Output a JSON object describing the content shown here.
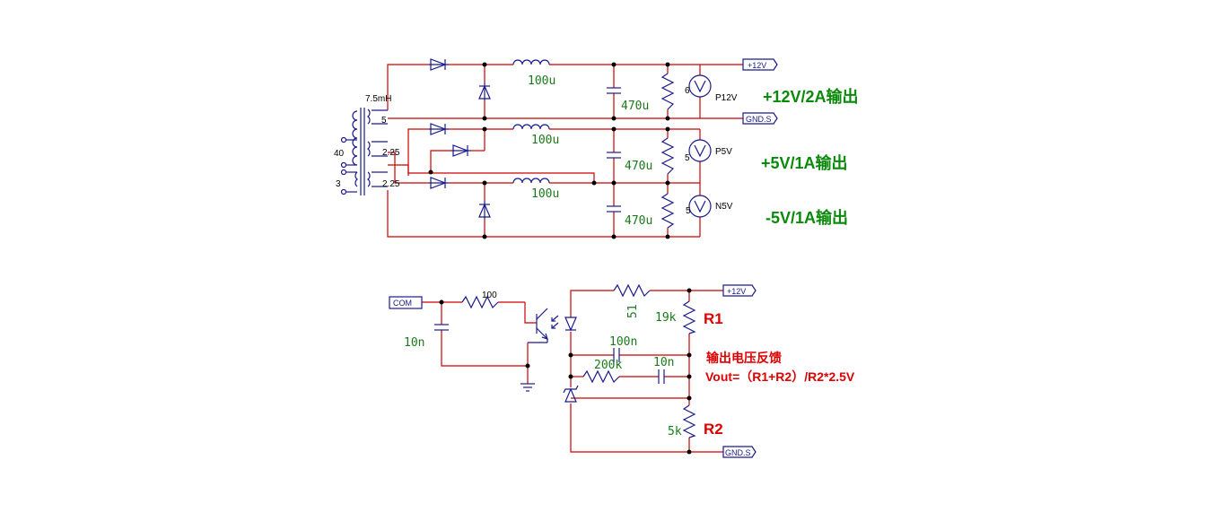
{
  "colors": {
    "wire": "#cc0000",
    "component": "#1a1a8c",
    "value_text": "#1a7a1a",
    "green_label": "#0a8a0a",
    "red_label": "#dd0000",
    "label_text": "#000000"
  },
  "top_circuit": {
    "transformer": {
      "inductance": "7.5mH",
      "turns_primary": "40",
      "turns_sec_a": "5",
      "turns_sec_b": "2.25",
      "turns_sec_c": "2.25",
      "turns_aux": "3"
    },
    "inductor_values": [
      "100u",
      "100u",
      "100u"
    ],
    "capacitor_values": [
      "470u",
      "470u",
      "470u"
    ],
    "meters": [
      {
        "load": "6",
        "name": "P12V"
      },
      {
        "load": "5",
        "name": "P5V"
      },
      {
        "load": "5",
        "name": "N5V"
      }
    ],
    "ports": {
      "plus12": "+12V",
      "gnd": "GND.S"
    },
    "output_labels": [
      "+12V/2A输出",
      "+5V/1A输出",
      "-5V/1A输出"
    ]
  },
  "bottom_circuit": {
    "ports": {
      "com": "COM",
      "plus12": "+12V",
      "gnd": "GND.S"
    },
    "resistor_100": "100",
    "cap_10n_left": "10n",
    "resistor_51": "51",
    "resistor_r1": "19k",
    "cap_100n": "100n",
    "resistor_200k": "200k",
    "cap_10n_right": "10n",
    "resistor_r2": "5k",
    "label_r1": "R1",
    "label_r2": "R2",
    "feedback_title": "输出电压反馈",
    "feedback_formula": "Vout=（R1+R2）/R2*2.5V"
  }
}
